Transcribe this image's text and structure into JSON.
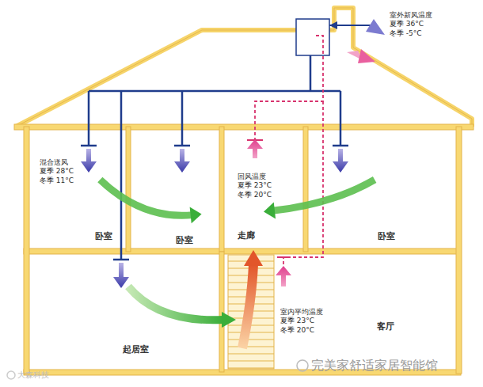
{
  "diagram": {
    "nodes": [
      {
        "text": [
          "混合送风 夏季 28°C 冬季 11°C",
          "卧室"
        ]
      },
      {
        "text": [
          "卧室"
        ]
      },
      {
        "text": [
          "回风温度 夏季 23°C 冬季 20°C",
          "走廊"
        ]
      },
      {
        "text": [
          "卧室"
        ]
      },
      {
        "text": [
          "起居室"
        ]
      },
      {
        "text": [
          "室内平均温度 夏季 23°C 冬季 20°C",
          "客厅"
        ]
      }
    ],
    "edges": [
      {
        "from": 0,
        "to": 1,
        "arrow": "to"
      },
      {
        "from": 3,
        "to": 2,
        "arrow": "to"
      }
    ],
    "labels": [
      "室外新风温度 夏季 36°C 冬季 -5°C",
      "大森科技",
      "完美家舒适家居智能馆"
    ]
  }
}
